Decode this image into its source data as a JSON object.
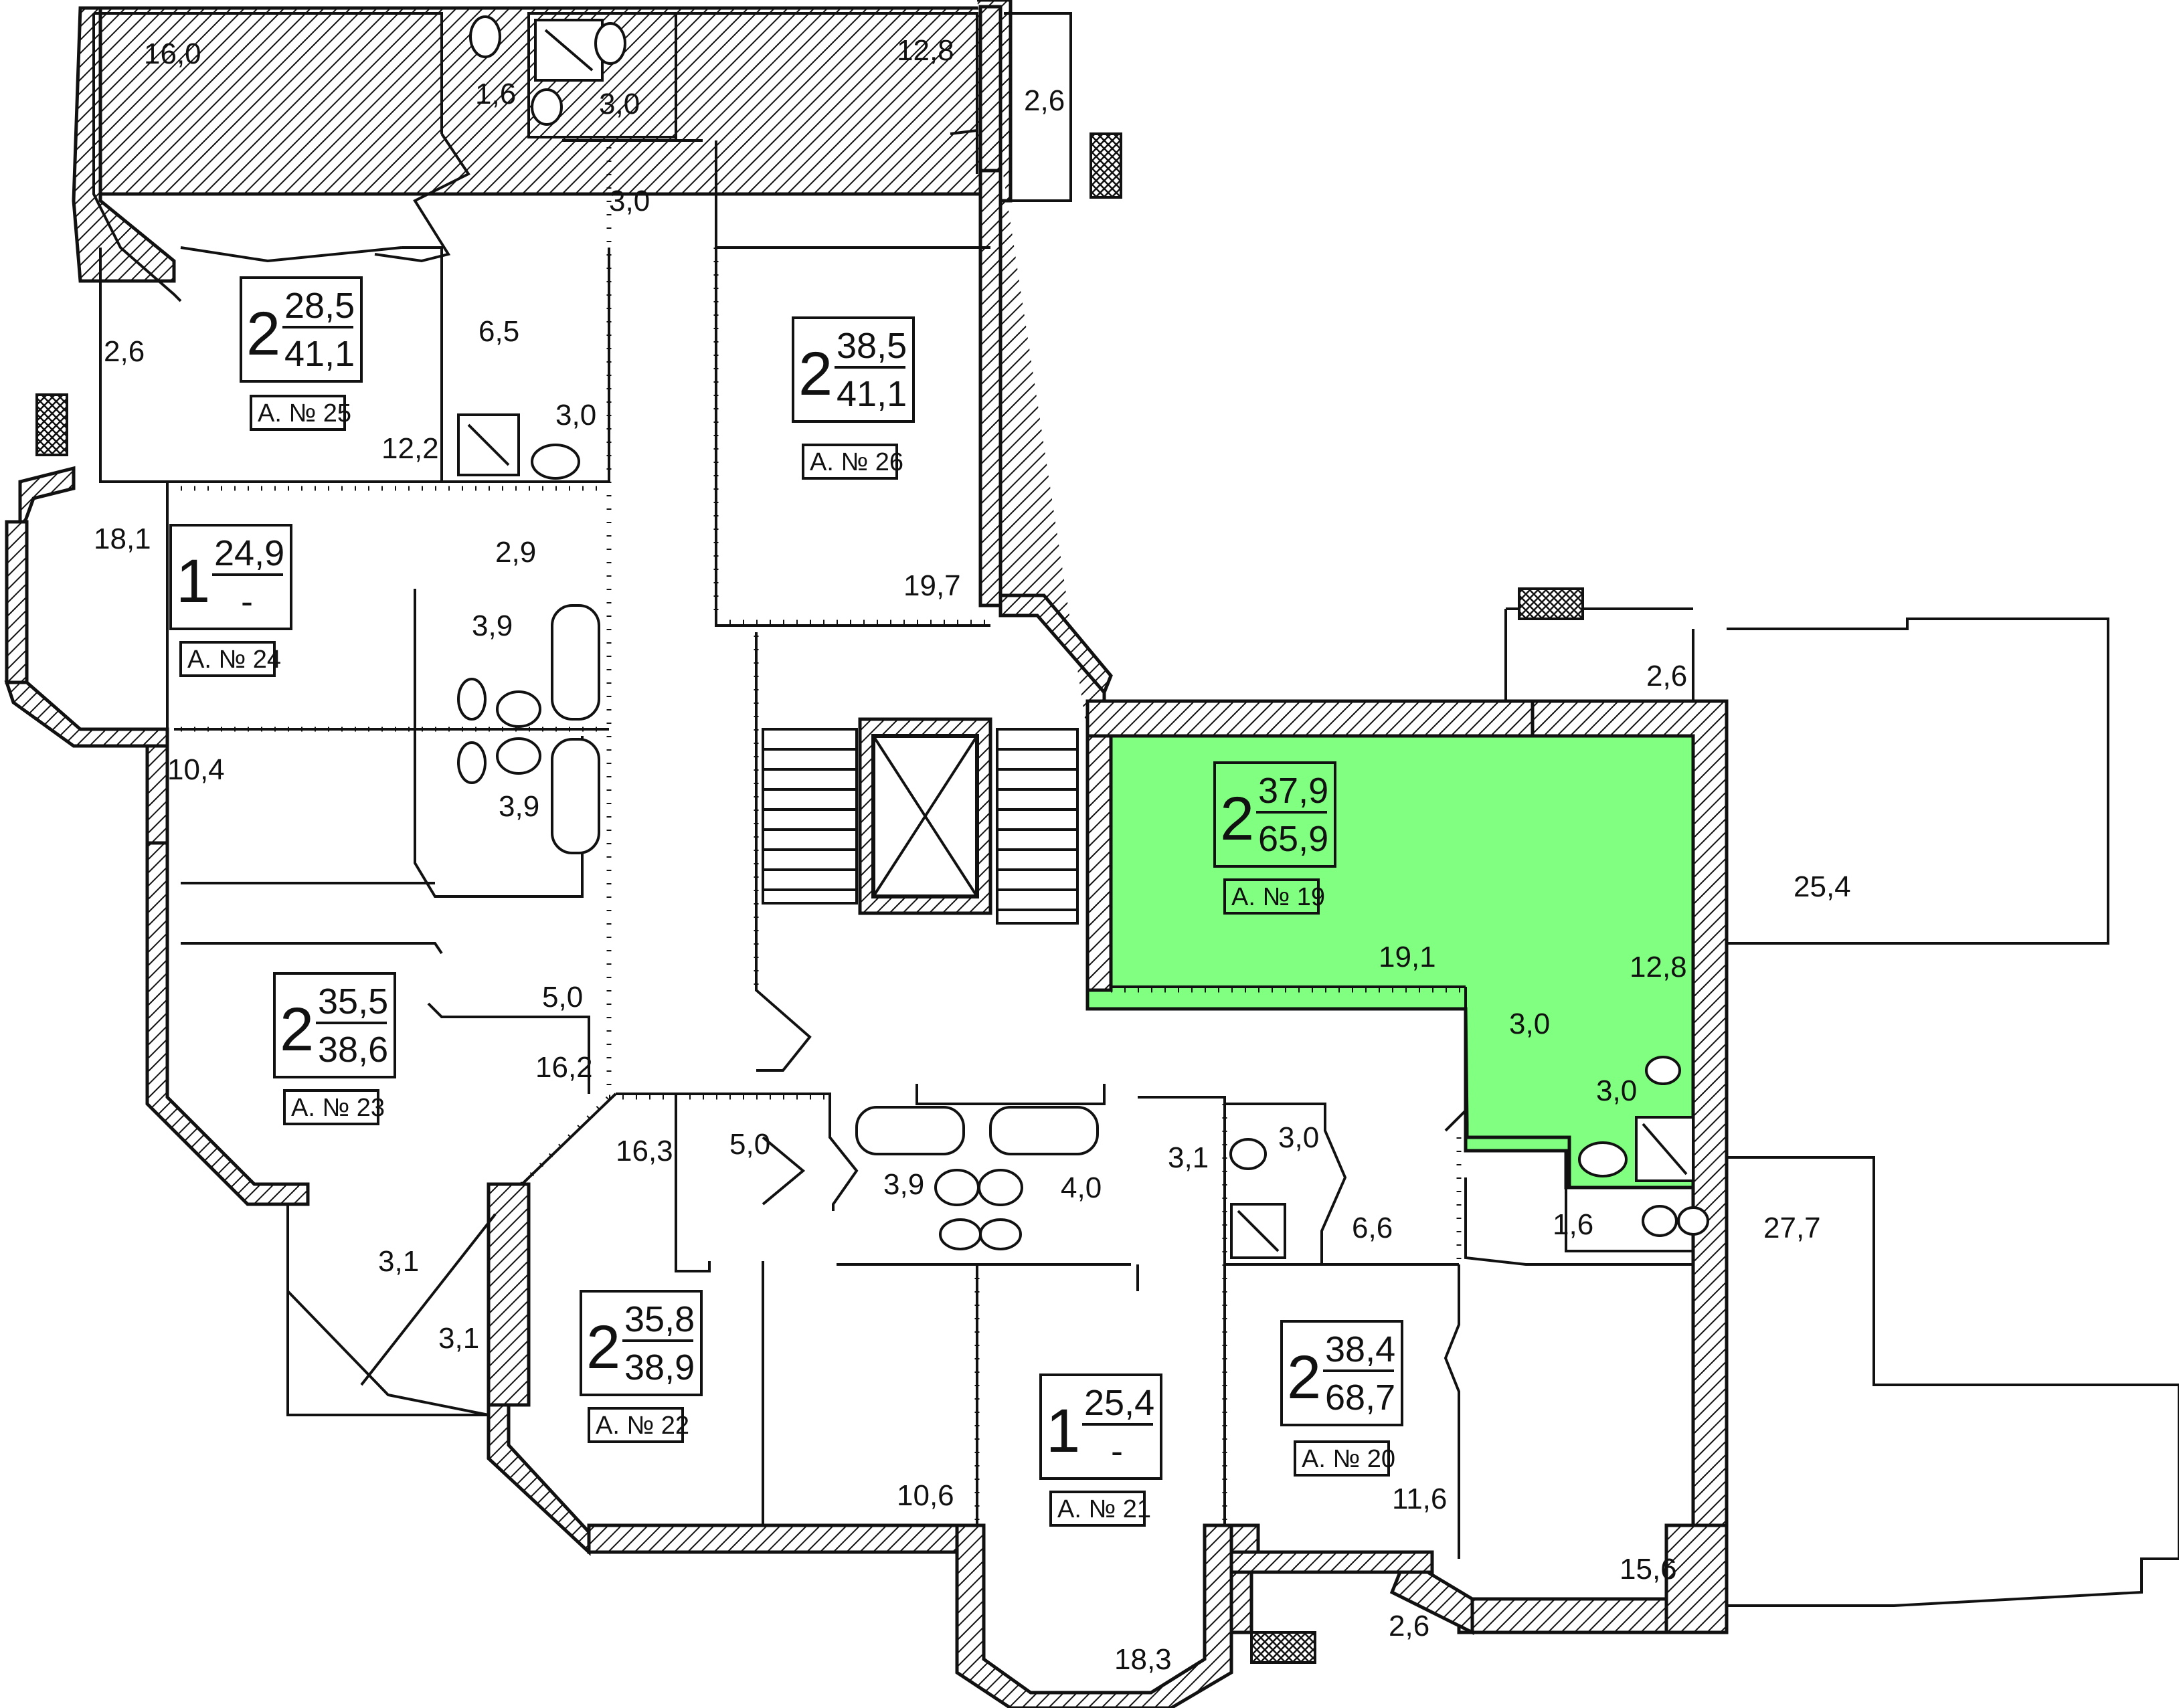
{
  "apartments": [
    {
      "id": "a25",
      "rooms": "2",
      "living": "28,5",
      "total": "41,1",
      "label": "А. № 25",
      "highlight": false
    },
    {
      "id": "a26",
      "rooms": "2",
      "living": "38,5",
      "total": "41,1",
      "label": "А. № 26",
      "highlight": false
    },
    {
      "id": "a24",
      "rooms": "1",
      "living": "24,9",
      "total": "-",
      "label": "А. № 24",
      "highlight": false
    },
    {
      "id": "a23",
      "rooms": "2",
      "living": "35,5",
      "total": "38,6",
      "label": "А. № 23",
      "highlight": false
    },
    {
      "id": "a22",
      "rooms": "2",
      "living": "35,8",
      "total": "38,9",
      "label": "А. № 22",
      "highlight": false
    },
    {
      "id": "a21",
      "rooms": "1",
      "living": "25,4",
      "total": "-",
      "label": "А. № 21",
      "highlight": false
    },
    {
      "id": "a20",
      "rooms": "2",
      "living": "38,4",
      "total": "68,7",
      "label": "А. № 20",
      "highlight": false
    },
    {
      "id": "a19",
      "rooms": "2",
      "living": "37,9",
      "total": "65,9",
      "label": "А. № 19",
      "highlight": true
    }
  ],
  "room_areas": {
    "r1": "16,0",
    "r2": "1,6",
    "r3": "3,0",
    "r4": "12,8",
    "r5": "2,6",
    "r6": "3,0",
    "r7": "2,6",
    "r8": "6,5",
    "r9": "3,0",
    "r10": "12,2",
    "r11": "18,1",
    "r12": "2,9",
    "r13": "3,9",
    "r14": "19,7",
    "r15": "2,6",
    "r16": "10,4",
    "r17": "3,9",
    "r18": "25,4",
    "r19": "19,1",
    "r20": "12,8",
    "r21": "5,0",
    "r22": "3,0",
    "r23": "16,2",
    "r24": "3,0",
    "r25": "16,3",
    "r26": "5,0",
    "r27": "3,1",
    "r28": "3,0",
    "r29": "3,9",
    "r30": "4,0",
    "r31": "6,6",
    "r32": "1,6",
    "r33": "27,7",
    "r34": "3,1",
    "r35": "3,1",
    "r36": "10,6",
    "r37": "11,6",
    "r38": "15,6",
    "r39": "2,6",
    "r40": "18,3"
  },
  "colors": {
    "highlight": "#80ff80",
    "lines": "#111111",
    "background": "#ffffff"
  }
}
